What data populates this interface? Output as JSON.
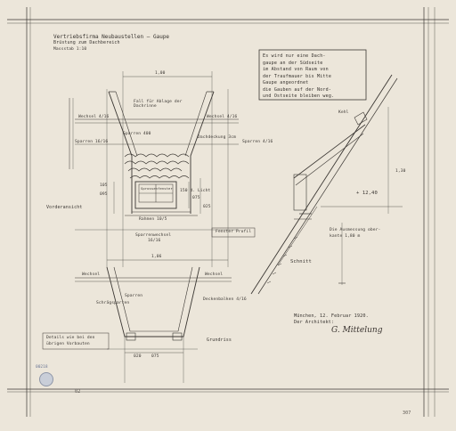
{
  "title": {
    "line1": "Vertriebsfirma Neubaustellen — Gaupe",
    "line2": "Brüstung zum Dachbereich",
    "scale": "Massstab 1:10"
  },
  "note_lines": [
    "Es wird nur eine Dach-",
    "gaupe an der Südseite",
    "im Abstand von Raum von",
    "der Traufmauer bis Mitte",
    "Gaupe angeordnet",
    "die Gauben auf der Nord-",
    "und Ostseite bleiben weg."
  ],
  "labels": {
    "dim_top": "1,00",
    "dim_bottom": "1,06",
    "dim_right_tall": "1,30",
    "fall": "Fall für Ablage der Dachrinne",
    "wechsel": "Wechsel 4/16",
    "wechsel_right": "Wechsel 4/16",
    "sparren_left": "Sparren 16/16",
    "sparren_mid": "Sparren 400",
    "dachdeckung": "Dachdeckung 3cm",
    "sparren_right": "Sparren 4/16",
    "vorderansicht": "Vorderansicht",
    "rafrahmen": "Rahmen 10/5",
    "sprossen": "Sprossenfenster",
    "innen": "150 d. Licht",
    "fenster_label": "Fenster Profil",
    "sparrenwechsel": "Sparrenwechsel",
    "sparrenwechsel_value": "16/16",
    "wechsel_bot": "Wechsel",
    "wechsel_bot_right": "Wechsel",
    "schrift_left": "Schrägsparren",
    "sparren_bot": "Sparren",
    "deckenbalken": "Deckenbalken 4/16",
    "grundriss": "Grundriss",
    "details": "Details wie bei den",
    "details2": "übrigen Vorbauten",
    "dim_small_1": "105",
    "dim_small_2": "095",
    "dim_small_3": "075",
    "dim_small_4": "025",
    "dim_bot_1": "020",
    "dim_bot_2": "075",
    "height_level": "+ 12,40",
    "height_note": "Die Ausmessung ober-",
    "height_note2": "kante 1,80 m",
    "kehl": "Kehl",
    "schnitt": "Schnitt",
    "date": "München, 12. Februar 1920.",
    "architekt": "Der Architekt:",
    "signature": "G. Mittelung",
    "stamp_number": "00218",
    "sheet_number": "02",
    "page_number": "307"
  }
}
